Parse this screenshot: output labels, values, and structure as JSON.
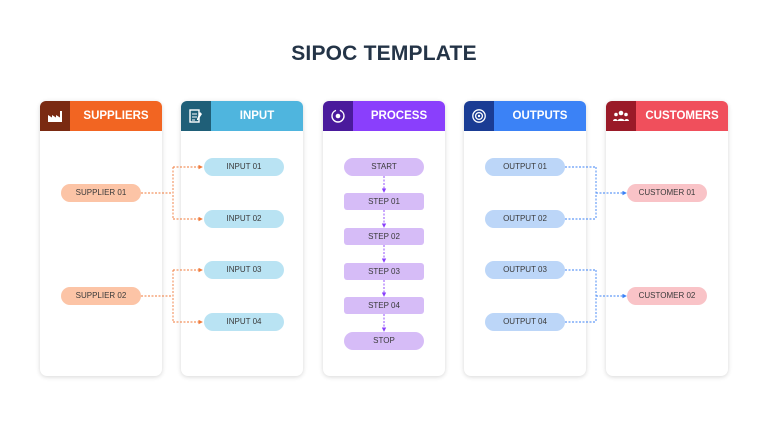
{
  "title": "SIPOC TEMPLATE",
  "columns": {
    "suppliers": {
      "label": "SUPPLIERS",
      "icon": "factory-icon",
      "dark": "#7a2a12",
      "light": "#f26522"
    },
    "input": {
      "label": "INPUT",
      "icon": "clipboard-pen-icon",
      "dark": "#1f5f78",
      "light": "#4fb5de"
    },
    "process": {
      "label": "PROCESS",
      "icon": "cycle-gear-icon",
      "dark": "#4a1a9c",
      "light": "#8a3ffc"
    },
    "outputs": {
      "label": "OUTPUTS",
      "icon": "target-icon",
      "dark": "#1a3c94",
      "light": "#3b82f6"
    },
    "customers": {
      "label": "CUSTOMERS",
      "icon": "people-group-icon",
      "dark": "#9a1a28",
      "light": "#f04f5c"
    }
  },
  "suppliers": [
    "SUPPLIER 01",
    "SUPPLIER 02"
  ],
  "inputs": [
    "INPUT 01",
    "INPUT 02",
    "INPUT 03",
    "INPUT 04"
  ],
  "process_steps": [
    "START",
    "STEP 01",
    "STEP 02",
    "STEP 03",
    "STEP 04",
    "STOP"
  ],
  "outputs": [
    "OUTPUT 01",
    "OUTPUT 02",
    "OUTPUT 03",
    "OUTPUT 04"
  ],
  "customers": [
    "CUSTOMER 01",
    "CUSTOMER 02"
  ],
  "colors": {
    "supplier_pill": "#fcc4a6",
    "input_pill": "#b9e3f3",
    "process_step": "#d6bcf7",
    "output_pill": "#bcd6f8",
    "customer_pill": "#f9c3c7",
    "supplier_connector": "#f07a3a",
    "process_arrow": "#8a3ffc",
    "output_connector": "#3b82f6"
  }
}
